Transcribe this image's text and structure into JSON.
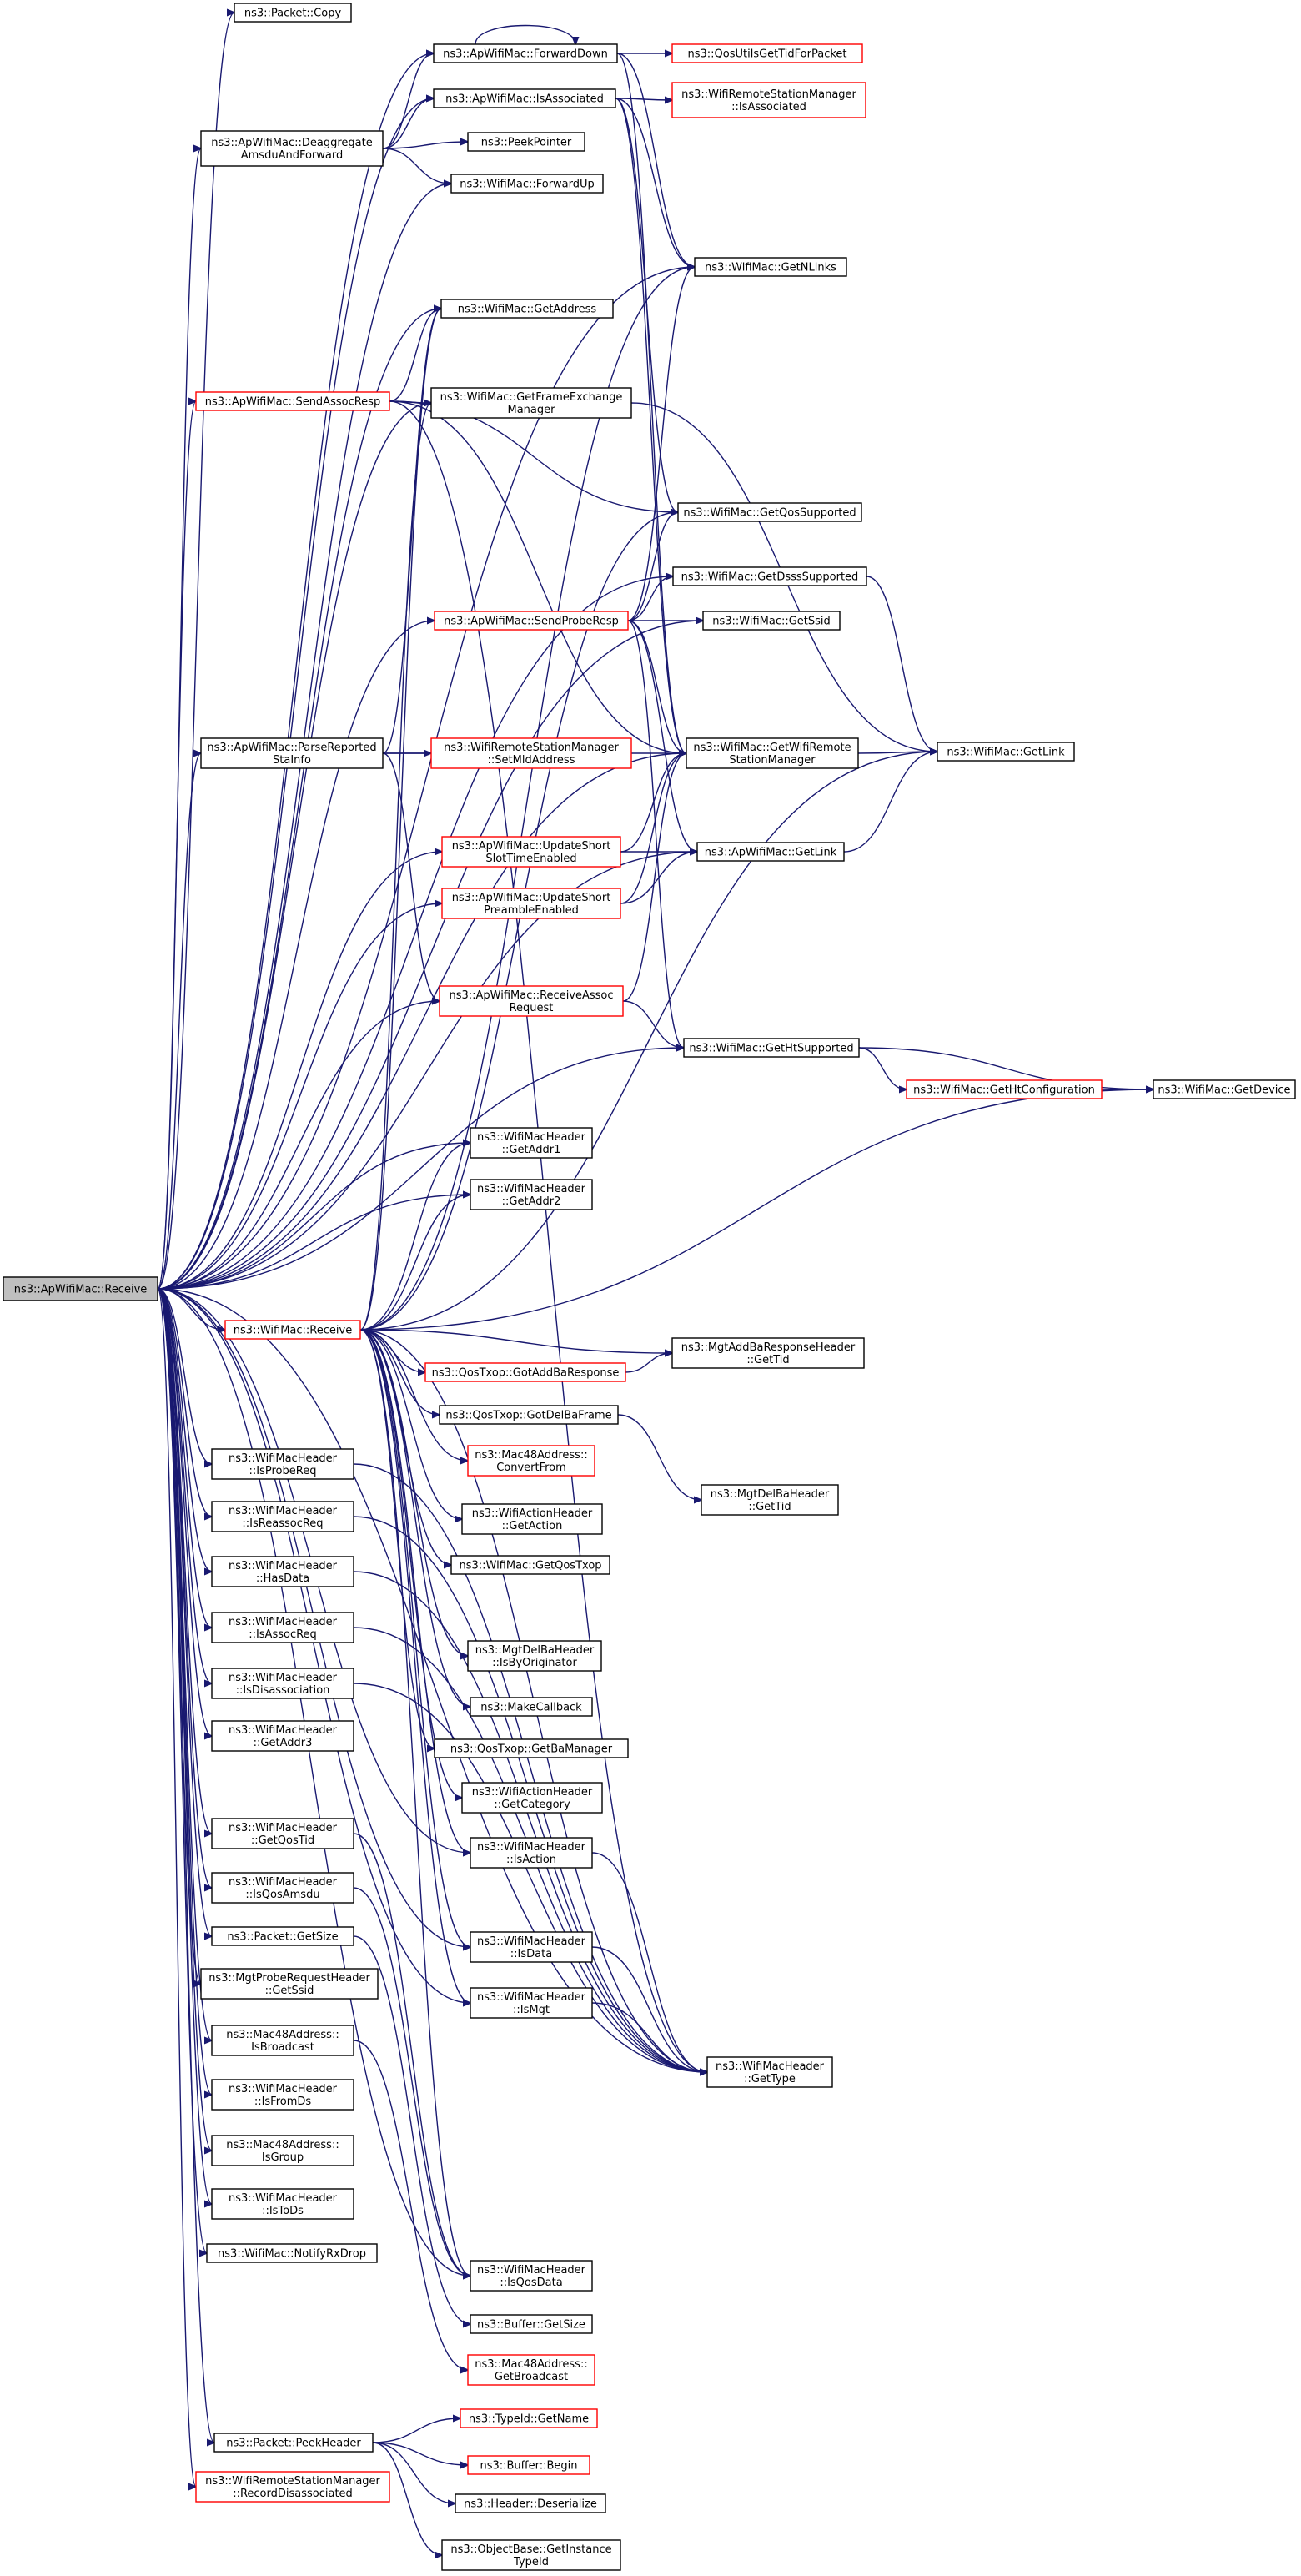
{
  "colors": {
    "edge": "#191970",
    "node_border_default": "#000000",
    "node_border_truncated": "#ff0000",
    "node_fill_default": "#ffffff",
    "node_fill_focus": "#bfbfbf"
  },
  "nodes": [
    {
      "id": "receive_root",
      "lines": [
        "ns3::ApWifiMac::Receive"
      ],
      "style": "focus"
    },
    {
      "id": "packet_copy",
      "lines": [
        "ns3::Packet::Copy"
      ],
      "style": "normal"
    },
    {
      "id": "forward_down",
      "lines": [
        "ns3::ApWifiMac::ForwardDown"
      ],
      "style": "normal"
    },
    {
      "id": "qos_utils_get_tid",
      "lines": [
        "ns3::QosUtilsGetTidForPacket"
      ],
      "style": "truncated"
    },
    {
      "id": "is_associated",
      "lines": [
        "ns3::ApWifiMac::IsAssociated"
      ],
      "style": "normal"
    },
    {
      "id": "rsm_is_associated",
      "lines": [
        "ns3::WifiRemoteStationManager",
        "::IsAssociated"
      ],
      "style": "truncated"
    },
    {
      "id": "deaggregate",
      "lines": [
        "ns3::ApWifiMac::Deaggregate",
        "AmsduAndForward"
      ],
      "style": "normal"
    },
    {
      "id": "peek_pointer",
      "lines": [
        "ns3::PeekPointer"
      ],
      "style": "normal"
    },
    {
      "id": "forward_up",
      "lines": [
        "ns3::WifiMac::ForwardUp"
      ],
      "style": "normal"
    },
    {
      "id": "get_n_links",
      "lines": [
        "ns3::WifiMac::GetNLinks"
      ],
      "style": "normal"
    },
    {
      "id": "get_address",
      "lines": [
        "ns3::WifiMac::GetAddress"
      ],
      "style": "normal"
    },
    {
      "id": "send_assoc_resp",
      "lines": [
        "ns3::ApWifiMac::SendAssocResp"
      ],
      "style": "truncated"
    },
    {
      "id": "get_fem",
      "lines": [
        "ns3::WifiMac::GetFrameExchange",
        "Manager"
      ],
      "style": "normal"
    },
    {
      "id": "get_qos_supported",
      "lines": [
        "ns3::WifiMac::GetQosSupported"
      ],
      "style": "normal"
    },
    {
      "id": "get_dsss_supported",
      "lines": [
        "ns3::WifiMac::GetDsssSupported"
      ],
      "style": "normal"
    },
    {
      "id": "send_probe_resp",
      "lines": [
        "ns3::ApWifiMac::SendProbeResp"
      ],
      "style": "truncated"
    },
    {
      "id": "get_ssid",
      "lines": [
        "ns3::WifiMac::GetSsid"
      ],
      "style": "normal"
    },
    {
      "id": "parse_reported",
      "lines": [
        "ns3::ApWifiMac::ParseReported",
        "StaInfo"
      ],
      "style": "normal"
    },
    {
      "id": "rsm_set_mld",
      "lines": [
        "ns3::WifiRemoteStationManager",
        "::SetMldAddress"
      ],
      "style": "truncated"
    },
    {
      "id": "get_wifi_rsm",
      "lines": [
        "ns3::WifiMac::GetWifiRemote",
        "StationManager"
      ],
      "style": "normal"
    },
    {
      "id": "wifimac_get_link",
      "lines": [
        "ns3::WifiMac::GetLink"
      ],
      "style": "normal"
    },
    {
      "id": "update_slot",
      "lines": [
        "ns3::ApWifiMac::UpdateShort",
        "SlotTimeEnabled"
      ],
      "style": "truncated"
    },
    {
      "id": "ap_get_link",
      "lines": [
        "ns3::ApWifiMac::GetLink"
      ],
      "style": "normal"
    },
    {
      "id": "update_preamble",
      "lines": [
        "ns3::ApWifiMac::UpdateShort",
        "PreambleEnabled"
      ],
      "style": "truncated"
    },
    {
      "id": "receive_assoc",
      "lines": [
        "ns3::ApWifiMac::ReceiveAssoc",
        "Request"
      ],
      "style": "truncated"
    },
    {
      "id": "get_ht_supported",
      "lines": [
        "ns3::WifiMac::GetHtSupported"
      ],
      "style": "normal"
    },
    {
      "id": "get_ht_config",
      "lines": [
        "ns3::WifiMac::GetHtConfiguration"
      ],
      "style": "truncated"
    },
    {
      "id": "get_device",
      "lines": [
        "ns3::WifiMac::GetDevice"
      ],
      "style": "normal"
    },
    {
      "id": "get_addr1",
      "lines": [
        "ns3::WifiMacHeader",
        "::GetAddr1"
      ],
      "style": "normal"
    },
    {
      "id": "get_addr2",
      "lines": [
        "ns3::WifiMacHeader",
        "::GetAddr2"
      ],
      "style": "normal"
    },
    {
      "id": "wifimac_receive",
      "lines": [
        "ns3::WifiMac::Receive"
      ],
      "style": "truncated"
    },
    {
      "id": "addba_get_tid",
      "lines": [
        "ns3::MgtAddBaResponseHeader",
        "::GetTid"
      ],
      "style": "normal"
    },
    {
      "id": "got_addba_resp",
      "lines": [
        "ns3::QosTxop::GotAddBaResponse"
      ],
      "style": "truncated"
    },
    {
      "id": "got_delba",
      "lines": [
        "ns3::QosTxop::GotDelBaFrame"
      ],
      "style": "normal"
    },
    {
      "id": "convert_from",
      "lines": [
        "ns3::Mac48Address::",
        "ConvertFrom"
      ],
      "style": "truncated"
    },
    {
      "id": "delba_get_tid",
      "lines": [
        "ns3::MgtDelBaHeader",
        "::GetTid"
      ],
      "style": "normal"
    },
    {
      "id": "action_get_action",
      "lines": [
        "ns3::WifiActionHeader",
        "::GetAction"
      ],
      "style": "normal"
    },
    {
      "id": "get_qos_txop",
      "lines": [
        "ns3::WifiMac::GetQosTxop"
      ],
      "style": "normal"
    },
    {
      "id": "is_probe_req",
      "lines": [
        "ns3::WifiMacHeader",
        "::IsProbeReq"
      ],
      "style": "normal"
    },
    {
      "id": "is_reassoc_req",
      "lines": [
        "ns3::WifiMacHeader",
        "::IsReassocReq"
      ],
      "style": "normal"
    },
    {
      "id": "has_data",
      "lines": [
        "ns3::WifiMacHeader",
        "::HasData"
      ],
      "style": "normal"
    },
    {
      "id": "is_assoc_req",
      "lines": [
        "ns3::WifiMacHeader",
        "::IsAssocReq"
      ],
      "style": "normal"
    },
    {
      "id": "is_by_originator",
      "lines": [
        "ns3::MgtDelBaHeader",
        "::IsByOriginator"
      ],
      "style": "normal"
    },
    {
      "id": "is_disassociation",
      "lines": [
        "ns3::WifiMacHeader",
        "::IsDisassociation"
      ],
      "style": "normal"
    },
    {
      "id": "make_callback",
      "lines": [
        "ns3::MakeCallback"
      ],
      "style": "normal"
    },
    {
      "id": "get_addr3",
      "lines": [
        "ns3::WifiMacHeader",
        "::GetAddr3"
      ],
      "style": "normal"
    },
    {
      "id": "get_ba_manager",
      "lines": [
        "ns3::QosTxop::GetBaManager"
      ],
      "style": "normal"
    },
    {
      "id": "get_category",
      "lines": [
        "ns3::WifiActionHeader",
        "::GetCategory"
      ],
      "style": "normal"
    },
    {
      "id": "get_qos_tid",
      "lines": [
        "ns3::WifiMacHeader",
        "::GetQosTid"
      ],
      "style": "normal"
    },
    {
      "id": "is_action",
      "lines": [
        "ns3::WifiMacHeader",
        "::IsAction"
      ],
      "style": "normal"
    },
    {
      "id": "is_qos_amsdu",
      "lines": [
        "ns3::WifiMacHeader",
        "::IsQosAmsdu"
      ],
      "style": "normal"
    },
    {
      "id": "packet_get_size",
      "lines": [
        "ns3::Packet::GetSize"
      ],
      "style": "normal"
    },
    {
      "id": "is_data",
      "lines": [
        "ns3::WifiMacHeader",
        "::IsData"
      ],
      "style": "normal"
    },
    {
      "id": "probe_get_ssid",
      "lines": [
        "ns3::MgtProbeRequestHeader",
        "::GetSsid"
      ],
      "style": "normal"
    },
    {
      "id": "is_mgt",
      "lines": [
        "ns3::WifiMacHeader",
        "::IsMgt"
      ],
      "style": "normal"
    },
    {
      "id": "is_broadcast",
      "lines": [
        "ns3::Mac48Address::",
        "IsBroadcast"
      ],
      "style": "normal"
    },
    {
      "id": "get_type",
      "lines": [
        "ns3::WifiMacHeader",
        "::GetType"
      ],
      "style": "normal"
    },
    {
      "id": "is_from_ds",
      "lines": [
        "ns3::WifiMacHeader",
        "::IsFromDs"
      ],
      "style": "normal"
    },
    {
      "id": "is_group",
      "lines": [
        "ns3::Mac48Address::",
        "IsGroup"
      ],
      "style": "normal"
    },
    {
      "id": "is_to_ds",
      "lines": [
        "ns3::WifiMacHeader",
        "::IsToDs"
      ],
      "style": "normal"
    },
    {
      "id": "notify_rx_drop",
      "lines": [
        "ns3::WifiMac::NotifyRxDrop"
      ],
      "style": "normal"
    },
    {
      "id": "is_qos_data",
      "lines": [
        "ns3::WifiMacHeader",
        "::IsQosData"
      ],
      "style": "normal"
    },
    {
      "id": "buffer_get_size",
      "lines": [
        "ns3::Buffer::GetSize"
      ],
      "style": "normal"
    },
    {
      "id": "get_broadcast",
      "lines": [
        "ns3::Mac48Address::",
        "GetBroadcast"
      ],
      "style": "truncated"
    },
    {
      "id": "typeid_get_name",
      "lines": [
        "ns3::TypeId::GetName"
      ],
      "style": "truncated"
    },
    {
      "id": "peek_header",
      "lines": [
        "ns3::Packet::PeekHeader"
      ],
      "style": "normal"
    },
    {
      "id": "buffer_begin",
      "lines": [
        "ns3::Buffer::Begin"
      ],
      "style": "truncated"
    },
    {
      "id": "record_disassoc",
      "lines": [
        "ns3::WifiRemoteStationManager",
        "::RecordDisassociated"
      ],
      "style": "truncated"
    },
    {
      "id": "header_deserialize",
      "lines": [
        "ns3::Header::Deserialize"
      ],
      "style": "normal"
    },
    {
      "id": "get_instance_typeid",
      "lines": [
        "ns3::ObjectBase::GetInstance",
        "TypeId"
      ],
      "style": "normal"
    }
  ],
  "edges": [
    [
      "receive_root",
      "packet_copy"
    ],
    [
      "receive_root",
      "forward_down"
    ],
    [
      "receive_root",
      "is_associated"
    ],
    [
      "receive_root",
      "deaggregate"
    ],
    [
      "receive_root",
      "forward_up"
    ],
    [
      "receive_root",
      "get_n_links"
    ],
    [
      "receive_root",
      "get_address"
    ],
    [
      "receive_root",
      "send_assoc_resp"
    ],
    [
      "receive_root",
      "get_fem"
    ],
    [
      "receive_root",
      "get_dsss_supported"
    ],
    [
      "receive_root",
      "send_probe_resp"
    ],
    [
      "receive_root",
      "get_ssid"
    ],
    [
      "receive_root",
      "parse_reported"
    ],
    [
      "receive_root",
      "get_wifi_rsm"
    ],
    [
      "receive_root",
      "update_slot"
    ],
    [
      "receive_root",
      "update_preamble"
    ],
    [
      "receive_root",
      "receive_assoc"
    ],
    [
      "receive_root",
      "ap_get_link"
    ],
    [
      "receive_root",
      "get_ht_supported"
    ],
    [
      "receive_root",
      "get_addr1"
    ],
    [
      "receive_root",
      "get_addr2"
    ],
    [
      "receive_root",
      "wifimac_receive"
    ],
    [
      "receive_root",
      "is_probe_req"
    ],
    [
      "receive_root",
      "is_reassoc_req"
    ],
    [
      "receive_root",
      "has_data"
    ],
    [
      "receive_root",
      "is_assoc_req"
    ],
    [
      "receive_root",
      "is_disassociation"
    ],
    [
      "receive_root",
      "get_addr3"
    ],
    [
      "receive_root",
      "get_qos_tid"
    ],
    [
      "receive_root",
      "is_qos_amsdu"
    ],
    [
      "receive_root",
      "packet_get_size"
    ],
    [
      "receive_root",
      "probe_get_ssid"
    ],
    [
      "receive_root",
      "is_broadcast"
    ],
    [
      "receive_root",
      "is_from_ds"
    ],
    [
      "receive_root",
      "is_group"
    ],
    [
      "receive_root",
      "is_to_ds"
    ],
    [
      "receive_root",
      "notify_rx_drop"
    ],
    [
      "receive_root",
      "peek_header"
    ],
    [
      "receive_root",
      "record_disassoc"
    ],
    [
      "receive_root",
      "is_action"
    ],
    [
      "receive_root",
      "is_data"
    ],
    [
      "receive_root",
      "is_mgt"
    ],
    [
      "receive_root",
      "get_type"
    ],
    [
      "receive_root",
      "is_qos_data"
    ],
    [
      "forward_down",
      "forward_down"
    ],
    [
      "forward_down",
      "qos_utils_get_tid"
    ],
    [
      "forward_down",
      "get_n_links"
    ],
    [
      "forward_down",
      "get_wifi_rsm"
    ],
    [
      "is_associated",
      "rsm_is_associated"
    ],
    [
      "is_associated",
      "get_n_links"
    ],
    [
      "is_associated",
      "get_wifi_rsm"
    ],
    [
      "is_associated",
      "get_qos_supported"
    ],
    [
      "deaggregate",
      "forward_down"
    ],
    [
      "deaggregate",
      "is_associated"
    ],
    [
      "deaggregate",
      "peek_pointer"
    ],
    [
      "deaggregate",
      "forward_up"
    ],
    [
      "send_assoc_resp",
      "get_address"
    ],
    [
      "send_assoc_resp",
      "get_fem"
    ],
    [
      "send_assoc_resp",
      "get_qos_supported"
    ],
    [
      "send_assoc_resp",
      "get_wifi_rsm"
    ],
    [
      "send_assoc_resp",
      "get_type"
    ],
    [
      "get_fem",
      "wifimac_get_link"
    ],
    [
      "get_dsss_supported",
      "wifimac_get_link"
    ],
    [
      "send_probe_resp",
      "get_ssid"
    ],
    [
      "send_probe_resp",
      "get_qos_supported"
    ],
    [
      "send_probe_resp",
      "get_dsss_supported"
    ],
    [
      "send_probe_resp",
      "get_wifi_rsm"
    ],
    [
      "send_probe_resp",
      "get_n_links"
    ],
    [
      "send_probe_resp",
      "ap_get_link"
    ],
    [
      "send_probe_resp",
      "get_ht_supported"
    ],
    [
      "parse_reported",
      "rsm_set_mld"
    ],
    [
      "parse_reported",
      "get_wifi_rsm"
    ],
    [
      "parse_reported",
      "get_address"
    ],
    [
      "parse_reported",
      "receive_assoc"
    ],
    [
      "get_wifi_rsm",
      "wifimac_get_link"
    ],
    [
      "update_slot",
      "get_wifi_rsm"
    ],
    [
      "update_slot",
      "ap_get_link"
    ],
    [
      "update_preamble",
      "get_wifi_rsm"
    ],
    [
      "update_preamble",
      "ap_get_link"
    ],
    [
      "ap_get_link",
      "wifimac_get_link"
    ],
    [
      "receive_assoc",
      "get_wifi_rsm"
    ],
    [
      "receive_assoc",
      "get_ht_supported"
    ],
    [
      "get_ht_supported",
      "get_ht_config"
    ],
    [
      "get_ht_supported",
      "get_device"
    ],
    [
      "get_ht_config",
      "get_device"
    ],
    [
      "wifimac_receive",
      "get_address"
    ],
    [
      "wifimac_receive",
      "get_fem"
    ],
    [
      "wifimac_receive",
      "get_n_links"
    ],
    [
      "wifimac_receive",
      "get_qos_supported"
    ],
    [
      "wifimac_receive",
      "get_addr1"
    ],
    [
      "wifimac_receive",
      "get_addr2"
    ],
    [
      "wifimac_receive",
      "get_device"
    ],
    [
      "wifimac_receive",
      "addba_get_tid"
    ],
    [
      "wifimac_receive",
      "got_addba_resp"
    ],
    [
      "wifimac_receive",
      "got_delba"
    ],
    [
      "wifimac_receive",
      "convert_from"
    ],
    [
      "wifimac_receive",
      "action_get_action"
    ],
    [
      "wifimac_receive",
      "get_qos_txop"
    ],
    [
      "wifimac_receive",
      "is_by_originator"
    ],
    [
      "wifimac_receive",
      "make_callback"
    ],
    [
      "wifimac_receive",
      "get_ba_manager"
    ],
    [
      "wifimac_receive",
      "get_category"
    ],
    [
      "wifimac_receive",
      "is_action"
    ],
    [
      "wifimac_receive",
      "is_data"
    ],
    [
      "wifimac_receive",
      "is_mgt"
    ],
    [
      "wifimac_receive",
      "get_type"
    ],
    [
      "wifimac_receive",
      "is_qos_data"
    ],
    [
      "wifimac_receive",
      "wifimac_get_link"
    ],
    [
      "got_addba_resp",
      "addba_get_tid"
    ],
    [
      "got_delba",
      "delba_get_tid"
    ],
    [
      "is_probe_req",
      "get_type"
    ],
    [
      "is_reassoc_req",
      "get_type"
    ],
    [
      "has_data",
      "get_type"
    ],
    [
      "is_assoc_req",
      "get_type"
    ],
    [
      "is_disassociation",
      "get_type"
    ],
    [
      "is_action",
      "get_type"
    ],
    [
      "is_data",
      "get_type"
    ],
    [
      "is_mgt",
      "get_type"
    ],
    [
      "get_qos_tid",
      "is_qos_data"
    ],
    [
      "is_qos_amsdu",
      "is_qos_data"
    ],
    [
      "packet_get_size",
      "buffer_get_size"
    ],
    [
      "is_broadcast",
      "get_broadcast"
    ],
    [
      "peek_header",
      "typeid_get_name"
    ],
    [
      "peek_header",
      "buffer_begin"
    ],
    [
      "peek_header",
      "header_deserialize"
    ],
    [
      "peek_header",
      "get_instance_typeid"
    ]
  ]
}
